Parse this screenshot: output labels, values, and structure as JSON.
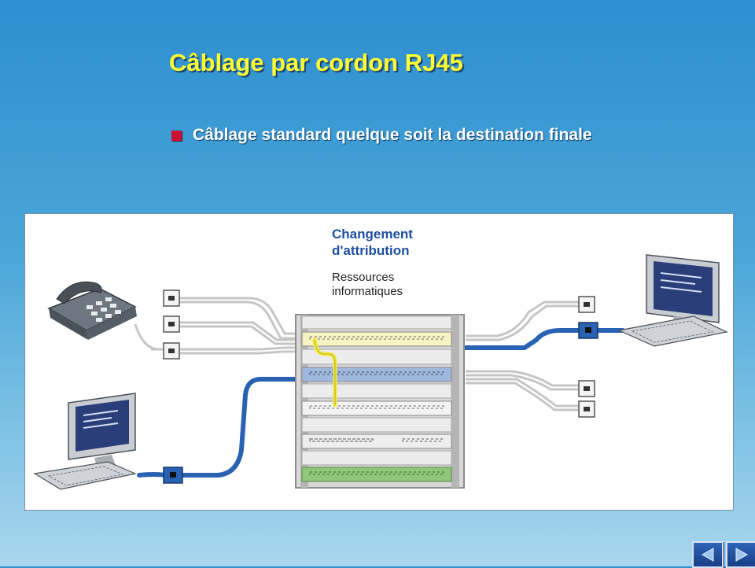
{
  "slide": {
    "title": "Câblage par cordon RJ45",
    "bullet": "Câblage standard quelque soit la destination finale"
  },
  "diagram": {
    "label_change_line1": "Changement",
    "label_change_line2": "d'attribution",
    "label_resources_line1": "Ressources",
    "label_resources_line2": "informatiques",
    "colors": {
      "blue_cable": "#2a62b3",
      "yellow_cable": "#f2ea3a",
      "grey_cable": "#b9b9b9",
      "rack_frame": "#bcbcbc",
      "green_row": "#8ec67a",
      "panel_blue": "#9fb8dd"
    }
  },
  "nav": {
    "prev_icon": "triangle-left-icon",
    "next_icon": "triangle-right-icon"
  }
}
